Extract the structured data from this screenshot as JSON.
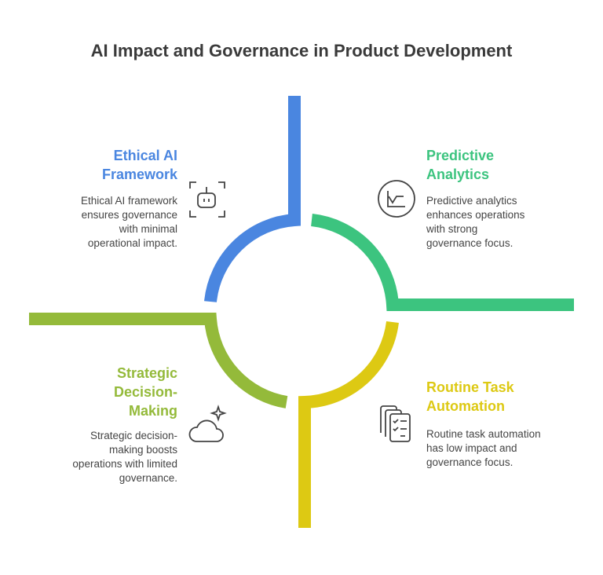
{
  "title": "AI Impact and Governance in Product Development",
  "colors": {
    "blue": "#4A86E0",
    "green": "#3CC47F",
    "yellow": "#DDC913",
    "olive": "#94BA3A",
    "text": "#444444"
  },
  "quadrants": [
    {
      "title_line1": "Ethical AI",
      "title_line2": "Framework",
      "desc_lines": [
        "Ethical AI framework",
        "ensures governance",
        "with minimal",
        "operational impact."
      ],
      "icon": "robot-icon"
    },
    {
      "title_line1": "Predictive",
      "title_line2": "Analytics",
      "desc_lines": [
        "Predictive analytics",
        "enhances operations",
        "with strong",
        "governance focus."
      ],
      "icon": "chart-icon"
    },
    {
      "title_line1": "Strategic",
      "title_line2": "Decision-",
      "title_line3": "Making",
      "desc_lines": [
        "Strategic decision-",
        "making boosts",
        "operations with limited",
        "governance."
      ],
      "icon": "cloud-sparkle-icon"
    },
    {
      "title_line1": "Routine Task",
      "title_line2": "Automation",
      "desc_lines": [
        "Routine task automation",
        "has low impact and",
        "governance focus."
      ],
      "icon": "checklist-icon"
    }
  ]
}
